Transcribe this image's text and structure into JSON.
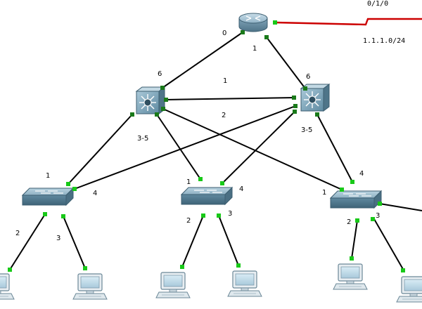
{
  "wan": {
    "interface_label": "0/1/0",
    "network_label": "1.1.1.0/24",
    "color": "#cc0000"
  },
  "link_color": "#000000",
  "port_color": "#18c918",
  "port_color_dark": "#1a7a1a",
  "port_labels": {
    "router_left": "0",
    "router_right": "1",
    "ms_left_up": "6",
    "ms_right_up": "6",
    "ms_inter_top": "1",
    "ms_inter_bottom": "2",
    "ms_left_down": "3-5",
    "ms_right_down": "3-5",
    "sw1_up_left": "1",
    "sw1_up_right": "4",
    "sw1_pc_left": "2",
    "sw1_pc_right": "3",
    "sw2_up_left": "1",
    "sw2_up_right": "4",
    "sw2_pc_left": "2",
    "sw2_pc_right": "3",
    "sw3_up_left": "1",
    "sw3_up_right": "4",
    "sw3_pc_left": "2",
    "sw3_pc_right": "3"
  },
  "icons": {
    "router": "router-icon",
    "multilayer_switch": "multilayer-switch-icon",
    "switch": "switch-icon",
    "pc": "pc-icon"
  }
}
